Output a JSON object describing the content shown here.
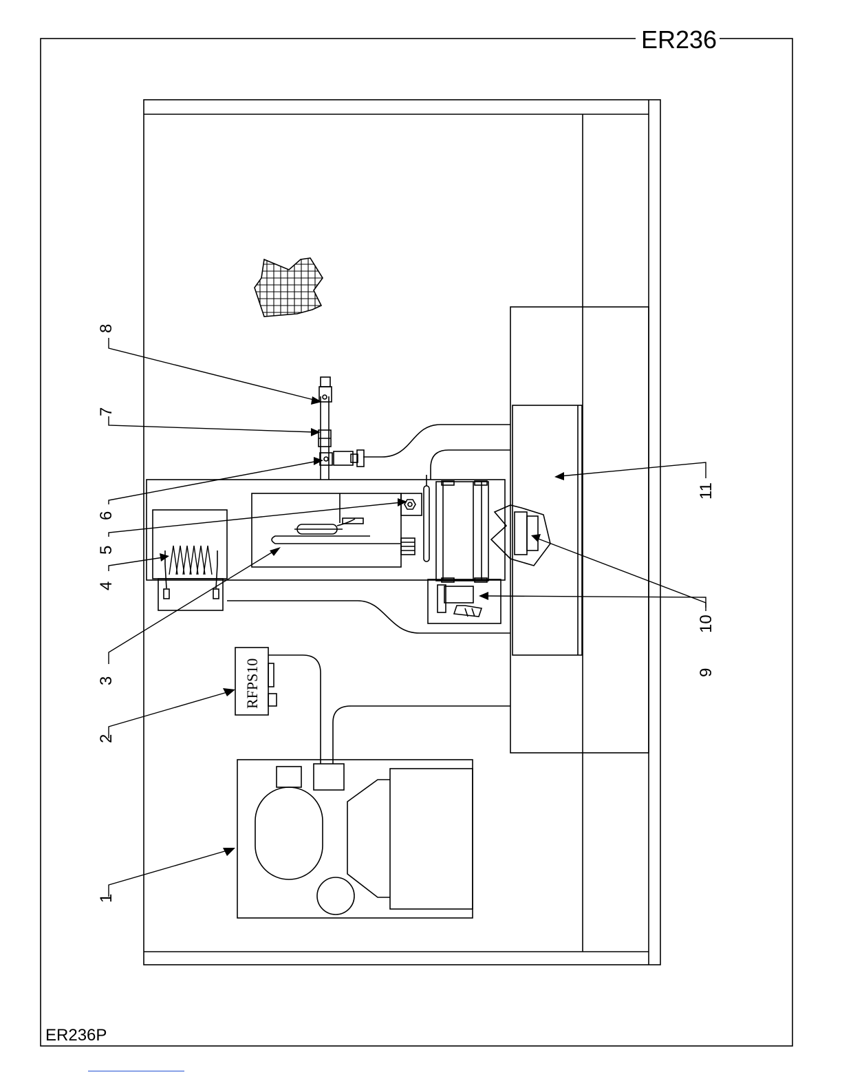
{
  "sheet": {
    "title": "ER236",
    "drawing_code": "ER236P"
  },
  "components": {
    "switch_label": "RFPS10"
  },
  "callouts": [
    {
      "number": "1",
      "target": "compressor-unit"
    },
    {
      "number": "2",
      "target": "pressure-switch"
    },
    {
      "number": "3",
      "target": "thermostat-bulb"
    },
    {
      "number": "4",
      "target": "coil"
    },
    {
      "number": "5",
      "target": "control-fitting"
    },
    {
      "number": "6",
      "target": "solenoid-valve"
    },
    {
      "number": "7",
      "target": "inline-fitting"
    },
    {
      "number": "8",
      "target": "shutoff-valve"
    },
    {
      "number": "9",
      "target": "cylinder-mount"
    },
    {
      "number": "10",
      "target": "outlet-cutaway"
    },
    {
      "number": "11",
      "target": "tank"
    }
  ],
  "colors": {
    "line": "#000000",
    "background": "#ffffff",
    "link": "#1f4fd1"
  }
}
